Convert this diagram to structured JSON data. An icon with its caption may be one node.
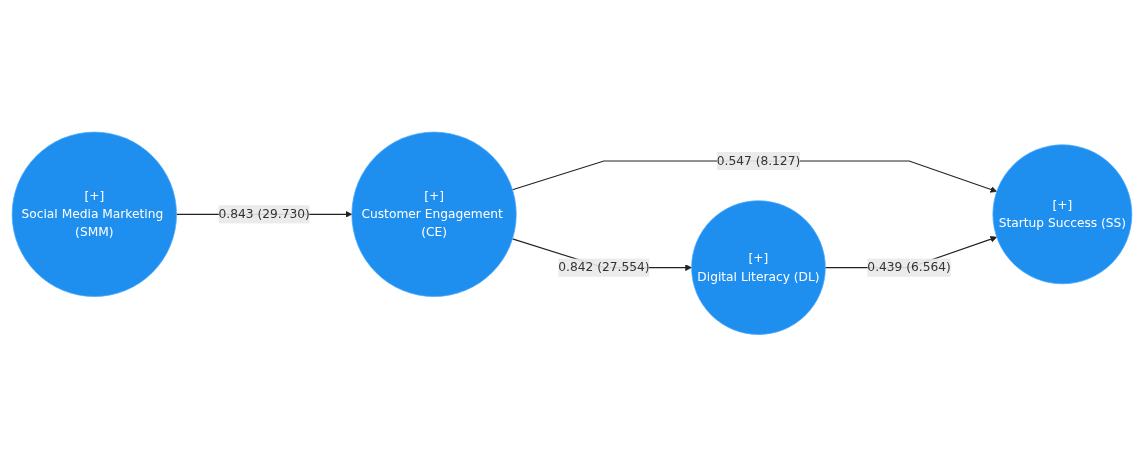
{
  "diagram": {
    "nodes": [
      {
        "text": [
          "[+]",
          "Social Media Marketing (SMM)"
        ]
      },
      {
        "text": [
          "[+]",
          "Customer Engagement (CE)"
        ]
      },
      {
        "text": [
          "[+]",
          "Startup Success (SS)"
        ]
      },
      {
        "text": [
          "[+]",
          "Digital Literacy (DL)"
        ]
      }
    ],
    "edges": [
      {
        "from": 0,
        "to": 1,
        "arrow": "to",
        "label": "0.843 (29.730)"
      },
      {
        "from": 1,
        "to": 2,
        "arrow": "to",
        "label": "0.547 (8.127)"
      },
      {
        "from": 1,
        "to": 3,
        "arrow": "to",
        "label": "0.842 (27.554)"
      },
      {
        "from": 3,
        "to": 2,
        "arrow": "to",
        "label": "0.439 (6.564)"
      }
    ]
  }
}
